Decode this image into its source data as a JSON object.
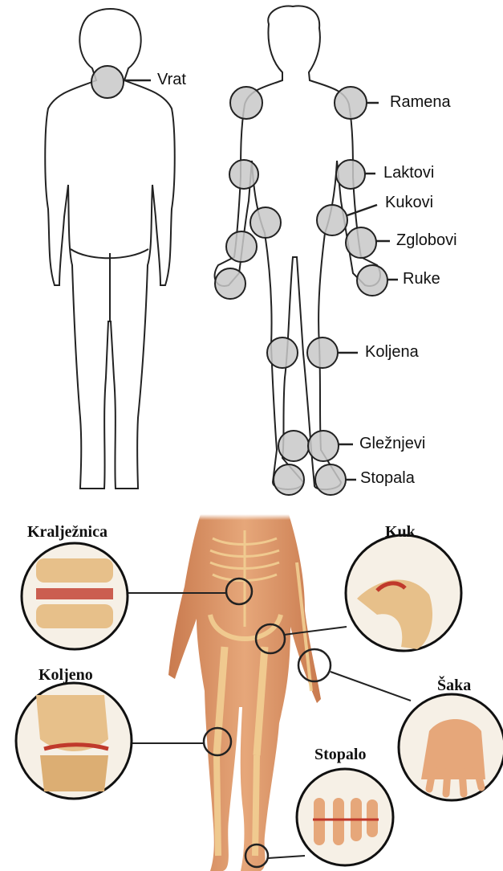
{
  "top_labels": {
    "vrat": "Vrat",
    "ramena": "Ramena",
    "laktovi": "Laktovi",
    "kukovi": "Kukovi",
    "zglobovi": "Zglobovi",
    "ruke": "Ruke",
    "koljena": "Koljena",
    "gleznjevi": "Gležnjevi",
    "stopala": "Stopala"
  },
  "bottom_labels": {
    "kraljeznica": "Kralježnica",
    "kuk": "Kuk",
    "koljeno": "Koljeno",
    "saka": "Šaka",
    "stopalo": "Stopalo"
  },
  "colors": {
    "joint_fill": "#c8c8c8",
    "skin": "#d9956a",
    "bone": "#f0c98a",
    "inflamed": "#c0392b"
  }
}
